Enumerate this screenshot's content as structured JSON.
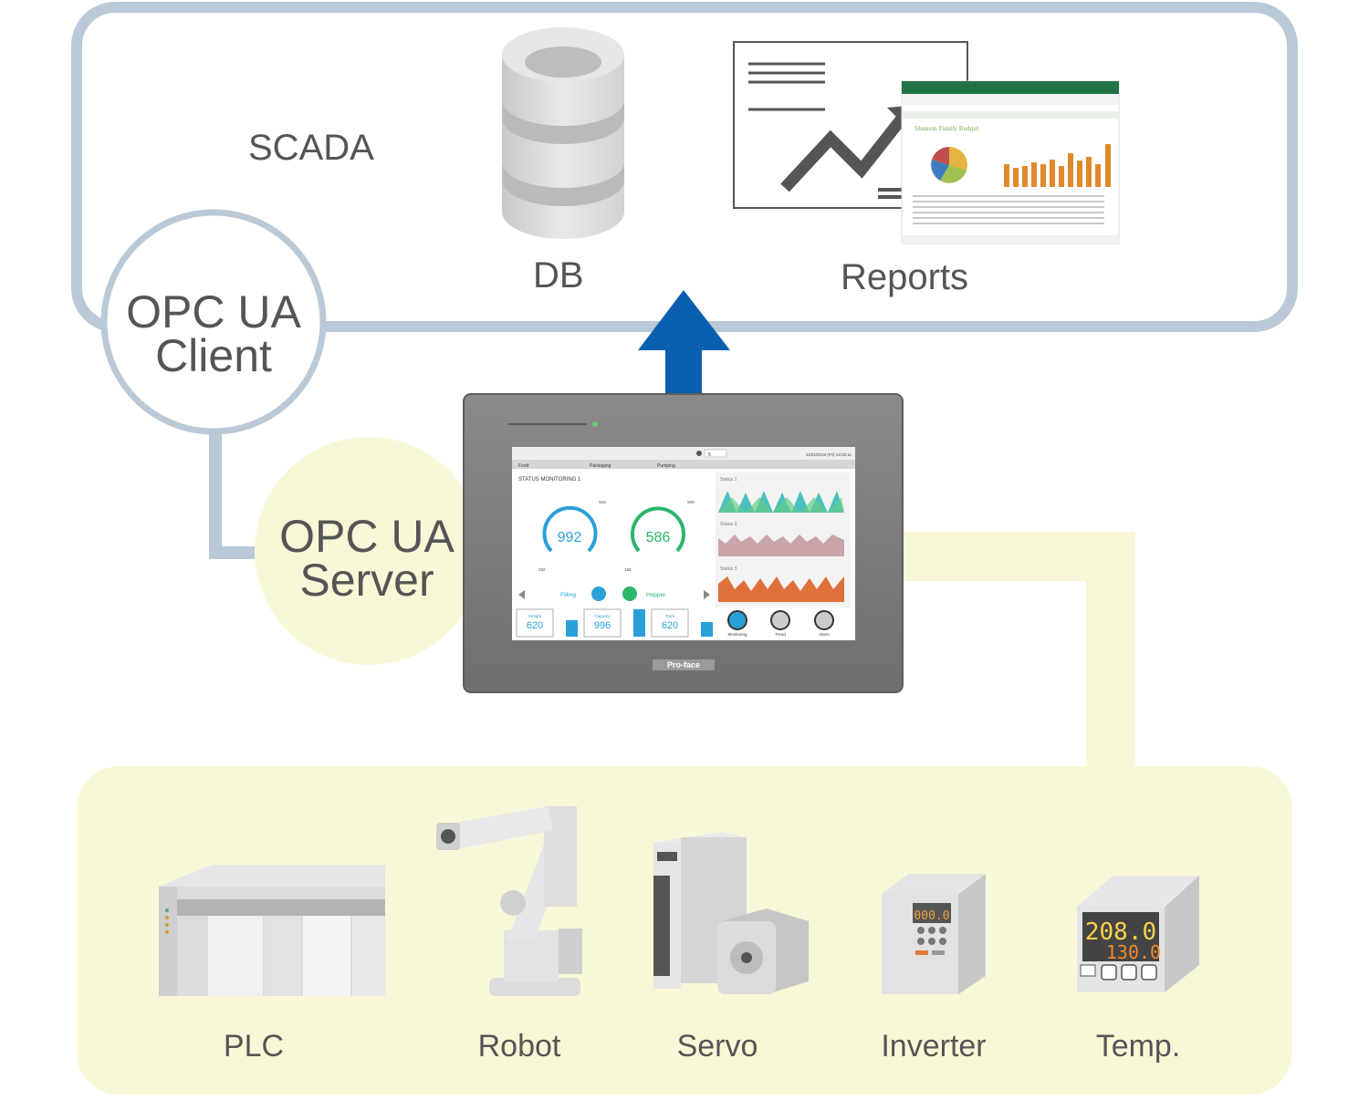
{
  "scada": {
    "label": "SCADA"
  },
  "db": {
    "label": "DB"
  },
  "reports": {
    "label": "Reports",
    "sheet_title": "Shamon Family Budget"
  },
  "client": {
    "line1": "OPC UA",
    "line2": "Client"
  },
  "server": {
    "line1": "OPC UA",
    "line2": "Server"
  },
  "hmi": {
    "brand": "Pro-face",
    "tabs": [
      "Food",
      "Packaging",
      "Pumping"
    ],
    "status_count": "5",
    "datetime": "11/02/2018 (Fri) 14:02:11",
    "title": "STATUS MONITORING 1",
    "gauge1": {
      "value": "992",
      "max": "816",
      "min": "192"
    },
    "gauge2": {
      "value": "586",
      "max": "840",
      "min": "160"
    },
    "filling": "Filling",
    "hopper": "Hopper",
    "status_labels": [
      "Status 1",
      "Status 2",
      "Status 3"
    ],
    "bottom_boxes": [
      {
        "label": "Weight",
        "value": "620"
      },
      {
        "label": "Capacity",
        "value": "996"
      },
      {
        "label": "Total",
        "value": "620"
      }
    ],
    "buttons": [
      "Monitoring",
      "Trend",
      "Alarm"
    ]
  },
  "temp_display": {
    "top": "208.0",
    "bottom": "130.0"
  },
  "inverter_display": "000.0",
  "devices": [
    {
      "label": "PLC"
    },
    {
      "label": "Robot"
    },
    {
      "label": "Servo"
    },
    {
      "label": "Inverter"
    },
    {
      "label": "Temp."
    }
  ],
  "colors": {
    "frame": "#b9c9d8",
    "yellow": "#f8f8d8",
    "arrow": "#0a5fb0",
    "device_gray": "#cfcfcf",
    "hmi_bezel": "#7a7a7a"
  }
}
